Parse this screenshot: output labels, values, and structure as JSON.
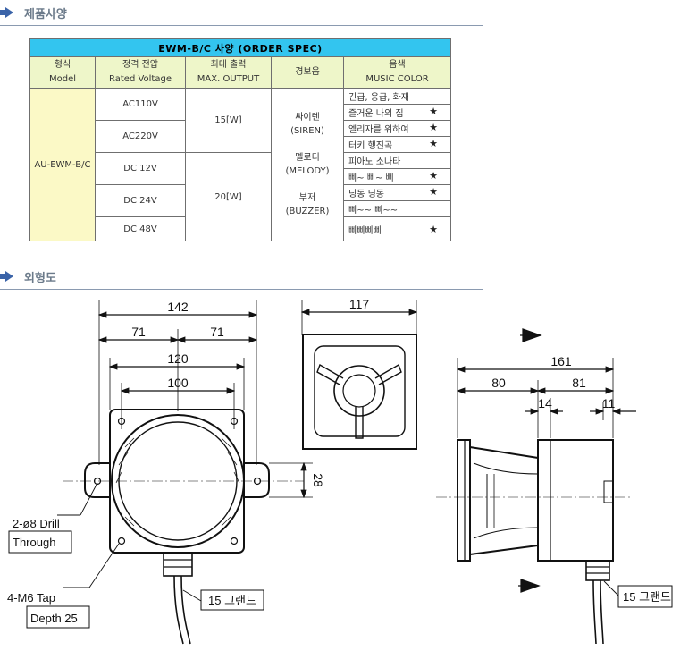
{
  "sections": {
    "spec_title": "제품사양",
    "drawing_title": "외형도"
  },
  "spec_table": {
    "title": "EWM-B/C 사양 (ORDER SPEC)",
    "headers": [
      {
        "ko": "형식",
        "en": "Model"
      },
      {
        "ko": "정격 전압",
        "en": "Rated Voltage"
      },
      {
        "ko": "최대 출력",
        "en": "MAX. OUTPUT"
      },
      {
        "ko": "경보음",
        "en": ""
      },
      {
        "ko": "음색",
        "en": "MUSIC COLOR"
      }
    ],
    "model": "AU-EWM-B/C",
    "voltages": [
      "AC110V",
      "AC220V",
      "DC 12V",
      "DC 24V",
      "DC 48V"
    ],
    "outputs": [
      "15[W]",
      "20[W]"
    ],
    "alarm_types": [
      {
        "ko": "싸이렌",
        "en": "(SIREN)"
      },
      {
        "ko": "멜로디",
        "en": "(MELODY)"
      },
      {
        "ko": "부저",
        "en": "(BUZZER)"
      }
    ],
    "music_colors": [
      {
        "name": "긴급, 응급, 화재",
        "star": ""
      },
      {
        "name": "즐거운 나의 집",
        "star": "★"
      },
      {
        "name": "엘리자를 위하여",
        "star": "★"
      },
      {
        "name": "터키 행진곡",
        "star": "★"
      },
      {
        "name": "피아노 소나타",
        "star": ""
      },
      {
        "name": "삐~ 삐~ 삐",
        "star": "★"
      },
      {
        "name": "딩동 딩동",
        "star": "★"
      },
      {
        "name": "삐~~ 삐~~",
        "star": ""
      },
      {
        "name": "삐삐삐삐",
        "star": "★"
      }
    ]
  },
  "drawing": {
    "dims": {
      "d142": "142",
      "d71a": "71",
      "d71b": "71",
      "d120": "120",
      "d100": "100",
      "d28": "28",
      "d117": "117",
      "d161": "161",
      "d80": "80",
      "d81": "81",
      "d14": "14",
      "d11": "11"
    },
    "callouts": {
      "drill_1": "2-ø8 Drill",
      "drill_2": "Through",
      "tap_1": "4-M6 Tap",
      "tap_2": "Depth 25",
      "grand_front": "15 그랜드",
      "grand_side": "15 그랜드"
    }
  },
  "colors": {
    "table_title_bg": "#33c5ef",
    "header_bg": "#eef6c9",
    "model_bg": "#fbf9c6",
    "section_arrow": "#3a63a8"
  }
}
